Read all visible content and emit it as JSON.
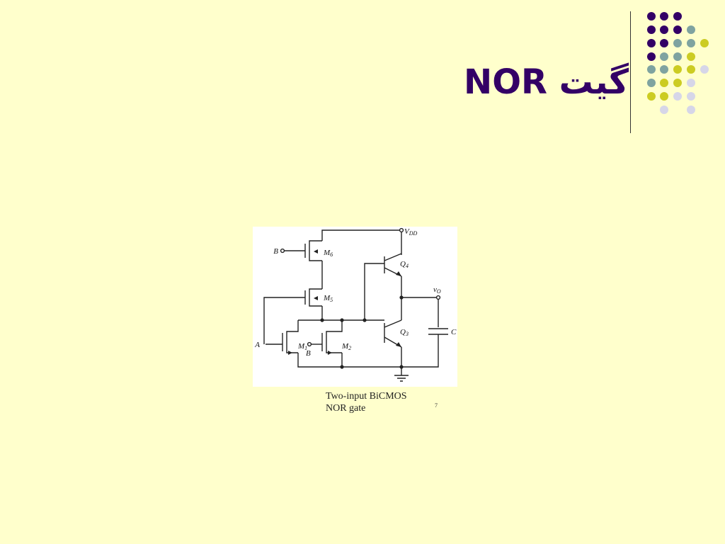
{
  "slide": {
    "title": "گیت NOR",
    "caption_line1": "Two-input BiCMOS",
    "caption_line2": "NOR gate",
    "slide_number": "7"
  },
  "circuit": {
    "supply": "V",
    "supply_sub": "DD",
    "output": "v",
    "output_sub": "O",
    "input_a": "A",
    "input_b": "B",
    "capacitor": "C",
    "m6": "M",
    "m6_sub": "6",
    "m5": "M",
    "m5_sub": "5",
    "m1": "M",
    "m1_sub": "1",
    "m2": "M",
    "m2_sub": "2",
    "q4": "Q",
    "q4_sub": "4",
    "q3": "Q",
    "q3_sub": "3"
  },
  "colors": {
    "background": "#FFFFCC",
    "title": "#330066",
    "dot_purple": "#330066",
    "dot_teal": "#7FA3A0",
    "dot_yellow": "#CCCC22",
    "dot_lavender": "#D6D6E8"
  }
}
